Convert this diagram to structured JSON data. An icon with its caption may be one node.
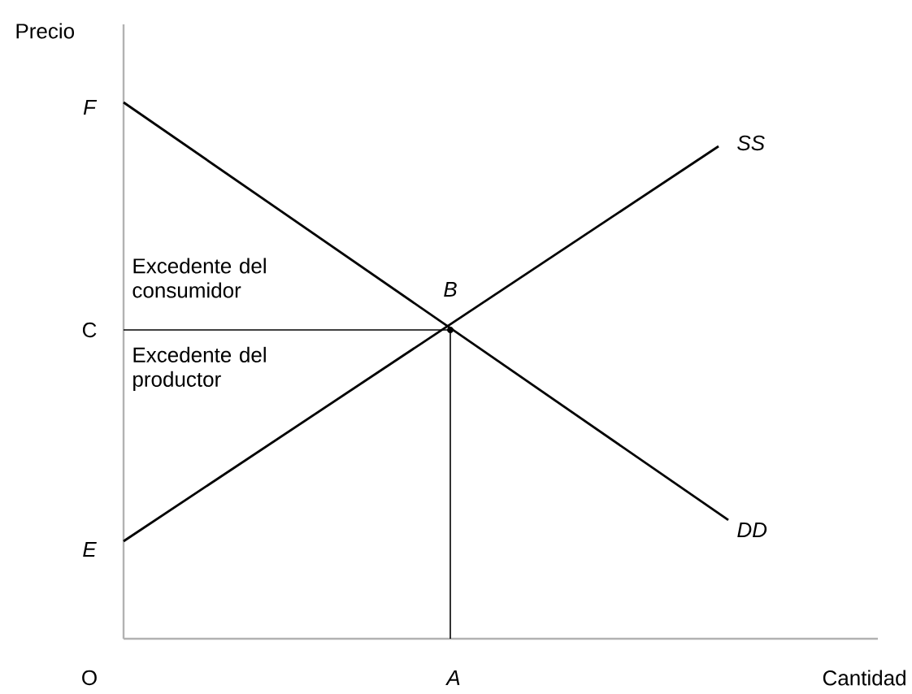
{
  "diagram": {
    "labels": [
      "Precio",
      "F",
      "SS",
      "Excedente del consumidor",
      "B",
      "C",
      "Excedente del productor",
      "E",
      "DD",
      "O",
      "A",
      "Cantidad"
    ]
  }
}
